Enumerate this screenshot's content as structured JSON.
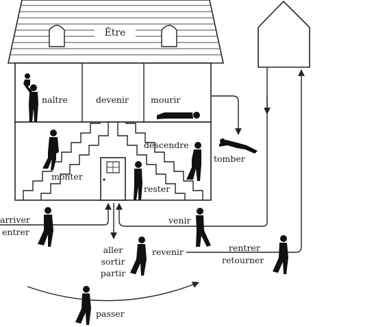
{
  "house": {
    "title": "Être"
  },
  "rooms": {
    "naitre": "naître",
    "devenir": "devenir",
    "mourir": "mourir"
  },
  "verbs": {
    "descendre": "descendre",
    "monter": "monter",
    "rester": "rester",
    "tomber": "tomber",
    "arriver": "arriver",
    "entrer": "entrer",
    "venir": "venir",
    "aller": "aller",
    "sortir": "sortir",
    "partir": "partir",
    "revenir": "revenir",
    "rentrer": "rentrer",
    "retourner": "retourner",
    "passer": "passer"
  },
  "icons": {
    "roof": "roof-shingles-icon",
    "door": "door-icon",
    "person": "person-silhouette-icon"
  }
}
